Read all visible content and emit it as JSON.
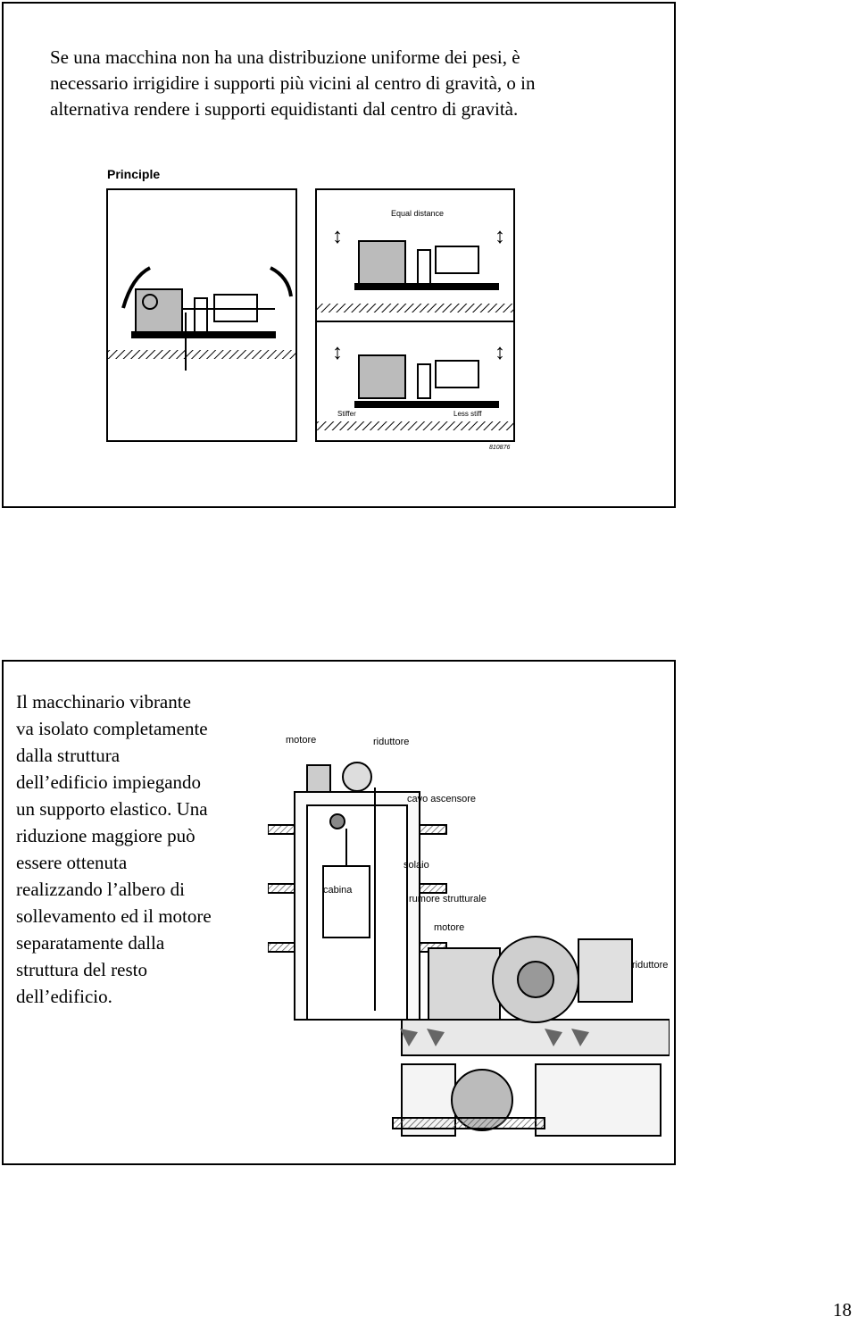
{
  "slide1": {
    "lines": [
      "Se una macchina non ha una distribuzione uniforme dei pesi, è",
      "necessario irrigidire i supporti più vicini al centro di gravità, o in",
      "alternativa rendere i supporti equidistanti dal centro di gravità."
    ],
    "figure": {
      "title": "Principle",
      "equal_distance": "Equal distance",
      "stiffer": "Stiffer",
      "less_stiff": "Less stiff",
      "code": "810876"
    }
  },
  "slide2": {
    "lines": [
      "Il macchinario vibrante",
      "va isolato completamente",
      "dalla struttura",
      "dell’edificio impiegando",
      "un supporto elastico. Una",
      "riduzione maggiore può",
      "essere ottenuta",
      "realizzando l’albero di",
      "sollevamento ed il motore",
      "separatamente dalla",
      "struttura del resto",
      "dell’edificio."
    ],
    "figure": {
      "motore_top": "motore",
      "riduttore_top": "riduttore",
      "cavo_ascensore": "cavo ascensore",
      "solaio": "solaio",
      "cabina": "cabina",
      "rumore_strutturale": "rumore strutturale",
      "motore_bottom": "motore",
      "riduttore_bottom": "riduttore"
    }
  },
  "page_number": "18"
}
